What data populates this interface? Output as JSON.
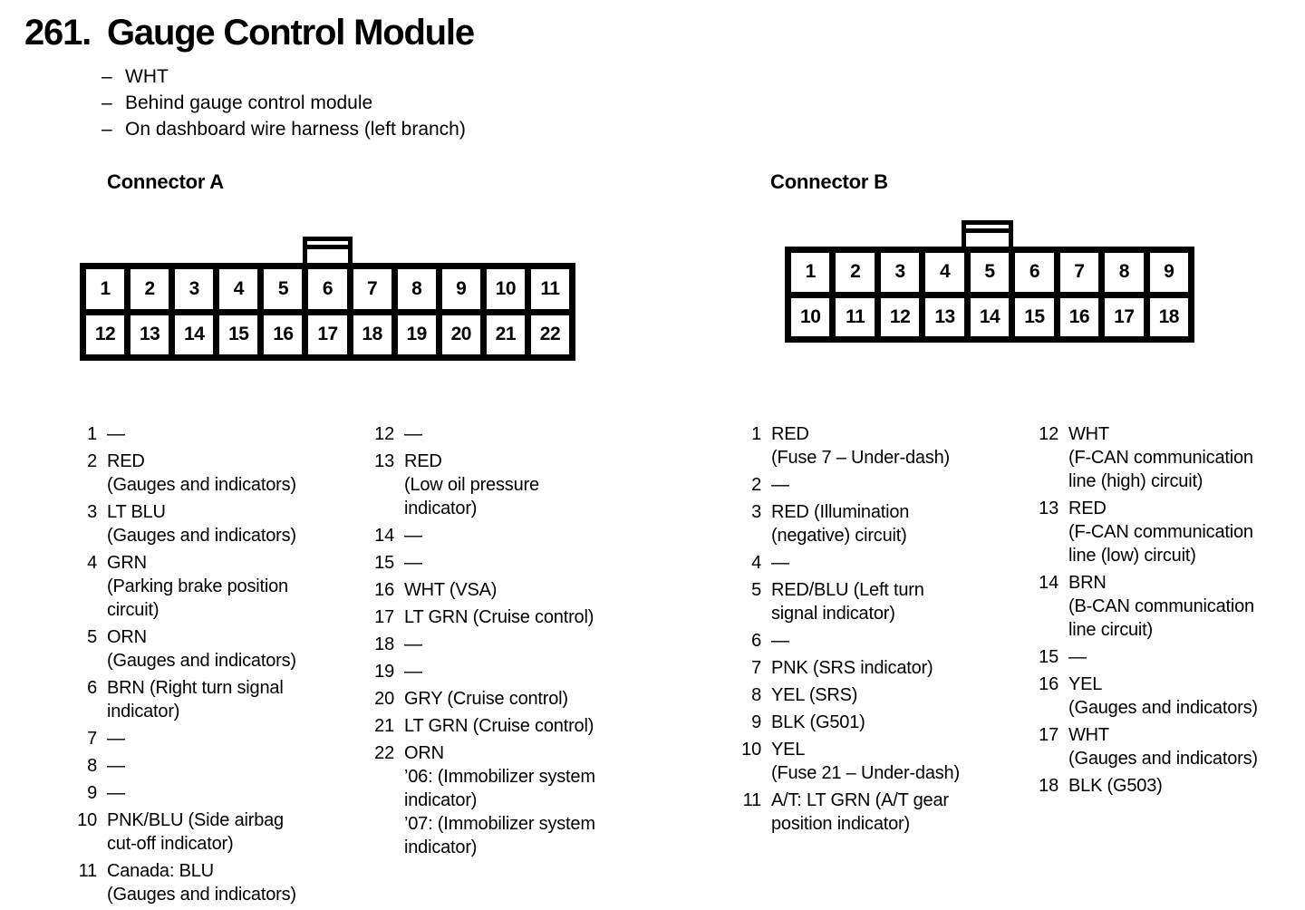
{
  "page": {
    "title_number": "261.",
    "title": "Gauge Control Module",
    "bullet": "–",
    "notes": [
      "WHT",
      "Behind gauge control module",
      "On dashboard wire harness (left branch)"
    ]
  },
  "connector_a": {
    "heading": "Connector A",
    "grid_rows": [
      [
        "1",
        "2",
        "3",
        "4",
        "5",
        "6",
        "7",
        "8",
        "9",
        "10",
        "11"
      ],
      [
        "12",
        "13",
        "14",
        "15",
        "16",
        "17",
        "18",
        "19",
        "20",
        "21",
        "22"
      ]
    ],
    "pins_col1": [
      {
        "num": "1",
        "lines": [
          "—"
        ]
      },
      {
        "num": "2",
        "lines": [
          "RED",
          "(Gauges and indicators)"
        ]
      },
      {
        "num": "3",
        "lines": [
          "LT BLU",
          "(Gauges and indicators)"
        ]
      },
      {
        "num": "4",
        "lines": [
          "GRN",
          "(Parking brake position",
          "circuit)"
        ]
      },
      {
        "num": "5",
        "lines": [
          "ORN",
          "(Gauges and indicators)"
        ]
      },
      {
        "num": "6",
        "lines": [
          "BRN (Right turn signal",
          "indicator)"
        ]
      },
      {
        "num": "7",
        "lines": [
          "—"
        ]
      },
      {
        "num": "8",
        "lines": [
          "—"
        ]
      },
      {
        "num": "9",
        "lines": [
          "—"
        ]
      },
      {
        "num": "10",
        "lines": [
          "PNK/BLU (Side airbag",
          "cut-off indicator)"
        ]
      },
      {
        "num": "11",
        "lines": [
          "Canada: BLU",
          "(Gauges and indicators)"
        ]
      }
    ],
    "pins_col2": [
      {
        "num": "12",
        "lines": [
          "—"
        ]
      },
      {
        "num": "13",
        "lines": [
          "RED",
          "(Low oil pressure",
          "indicator)"
        ]
      },
      {
        "num": "14",
        "lines": [
          "—"
        ]
      },
      {
        "num": "15",
        "lines": [
          "—"
        ]
      },
      {
        "num": "16",
        "lines": [
          "WHT (VSA)"
        ]
      },
      {
        "num": "17",
        "lines": [
          "LT GRN (Cruise control)"
        ]
      },
      {
        "num": "18",
        "lines": [
          "—"
        ]
      },
      {
        "num": "19",
        "lines": [
          "—"
        ]
      },
      {
        "num": "20",
        "lines": [
          "GRY (Cruise control)"
        ]
      },
      {
        "num": "21",
        "lines": [
          "LT GRN (Cruise control)"
        ]
      },
      {
        "num": "22",
        "lines": [
          "ORN",
          "’06: (Immobilizer system",
          "indicator)",
          "’07: (Immobilizer system",
          "indicator)"
        ]
      }
    ]
  },
  "connector_b": {
    "heading": "Connector B",
    "grid_rows": [
      [
        "1",
        "2",
        "3",
        "4",
        "5",
        "6",
        "7",
        "8",
        "9"
      ],
      [
        "10",
        "11",
        "12",
        "13",
        "14",
        "15",
        "16",
        "17",
        "18"
      ]
    ],
    "pins_col1": [
      {
        "num": "1",
        "lines": [
          "RED",
          "(Fuse 7 – Under-dash)"
        ]
      },
      {
        "num": "2",
        "lines": [
          "—"
        ]
      },
      {
        "num": "3",
        "lines": [
          "RED (Illumination",
          "(negative) circuit)"
        ]
      },
      {
        "num": "4",
        "lines": [
          "—"
        ]
      },
      {
        "num": "5",
        "lines": [
          "RED/BLU (Left turn",
          "signal indicator)"
        ]
      },
      {
        "num": "6",
        "lines": [
          "—"
        ]
      },
      {
        "num": "7",
        "lines": [
          "PNK (SRS indicator)"
        ]
      },
      {
        "num": "8",
        "lines": [
          "YEL (SRS)"
        ]
      },
      {
        "num": "9",
        "lines": [
          "BLK (G501)"
        ]
      },
      {
        "num": "10",
        "lines": [
          "YEL",
          "(Fuse 21 – Under-dash)"
        ]
      },
      {
        "num": "11",
        "lines": [
          "A/T: LT GRN (A/T gear",
          "position indicator)"
        ]
      }
    ],
    "pins_col2": [
      {
        "num": "12",
        "lines": [
          "WHT",
          "(F-CAN communication",
          "line (high) circuit)"
        ]
      },
      {
        "num": "13",
        "lines": [
          "RED",
          "(F-CAN communication",
          "line (low) circuit)"
        ]
      },
      {
        "num": "14",
        "lines": [
          "BRN",
          "(B-CAN communication",
          "line circuit)"
        ]
      },
      {
        "num": "15",
        "lines": [
          "—"
        ]
      },
      {
        "num": "16",
        "lines": [
          "YEL",
          "(Gauges and indicators)"
        ]
      },
      {
        "num": "17",
        "lines": [
          "WHT",
          "(Gauges and indicators)"
        ]
      },
      {
        "num": "18",
        "lines": [
          "BLK (G503)"
        ]
      }
    ]
  }
}
